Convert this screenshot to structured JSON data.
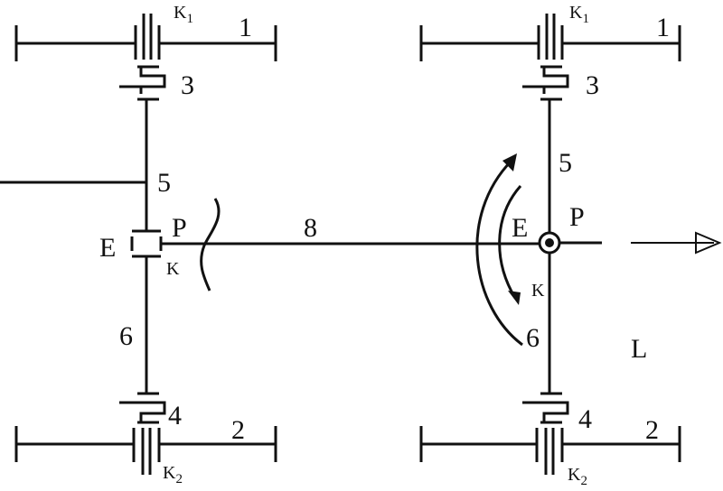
{
  "left_diagram": {
    "shaft_top": "1",
    "shaft_bottom": "2",
    "bearing_top": "3",
    "bearing_bottom": "4",
    "link_upper": "5",
    "link_lower": "6",
    "rod": "8",
    "point_p": "P",
    "point_e": "E",
    "point_k": "K",
    "k1_main": "K",
    "k1_sub": "1",
    "k2_main": "K",
    "k2_sub": "2"
  },
  "right_diagram": {
    "shaft_top": "1",
    "shaft_bottom": "2",
    "bearing_top": "3",
    "bearing_bottom": "4",
    "link_upper": "5",
    "link_lower": "6",
    "point_p": "P",
    "point_e": "E",
    "point_k": "K",
    "region_l": "L",
    "k1_main": "K",
    "k1_sub": "1",
    "k2_main": "K",
    "k2_sub": "2"
  },
  "icons": {
    "rotation_arrows": "curved-double-arrow-icon",
    "direction_arrow": "right-arrow-icon",
    "pivot": "pivot-joint-icon"
  }
}
